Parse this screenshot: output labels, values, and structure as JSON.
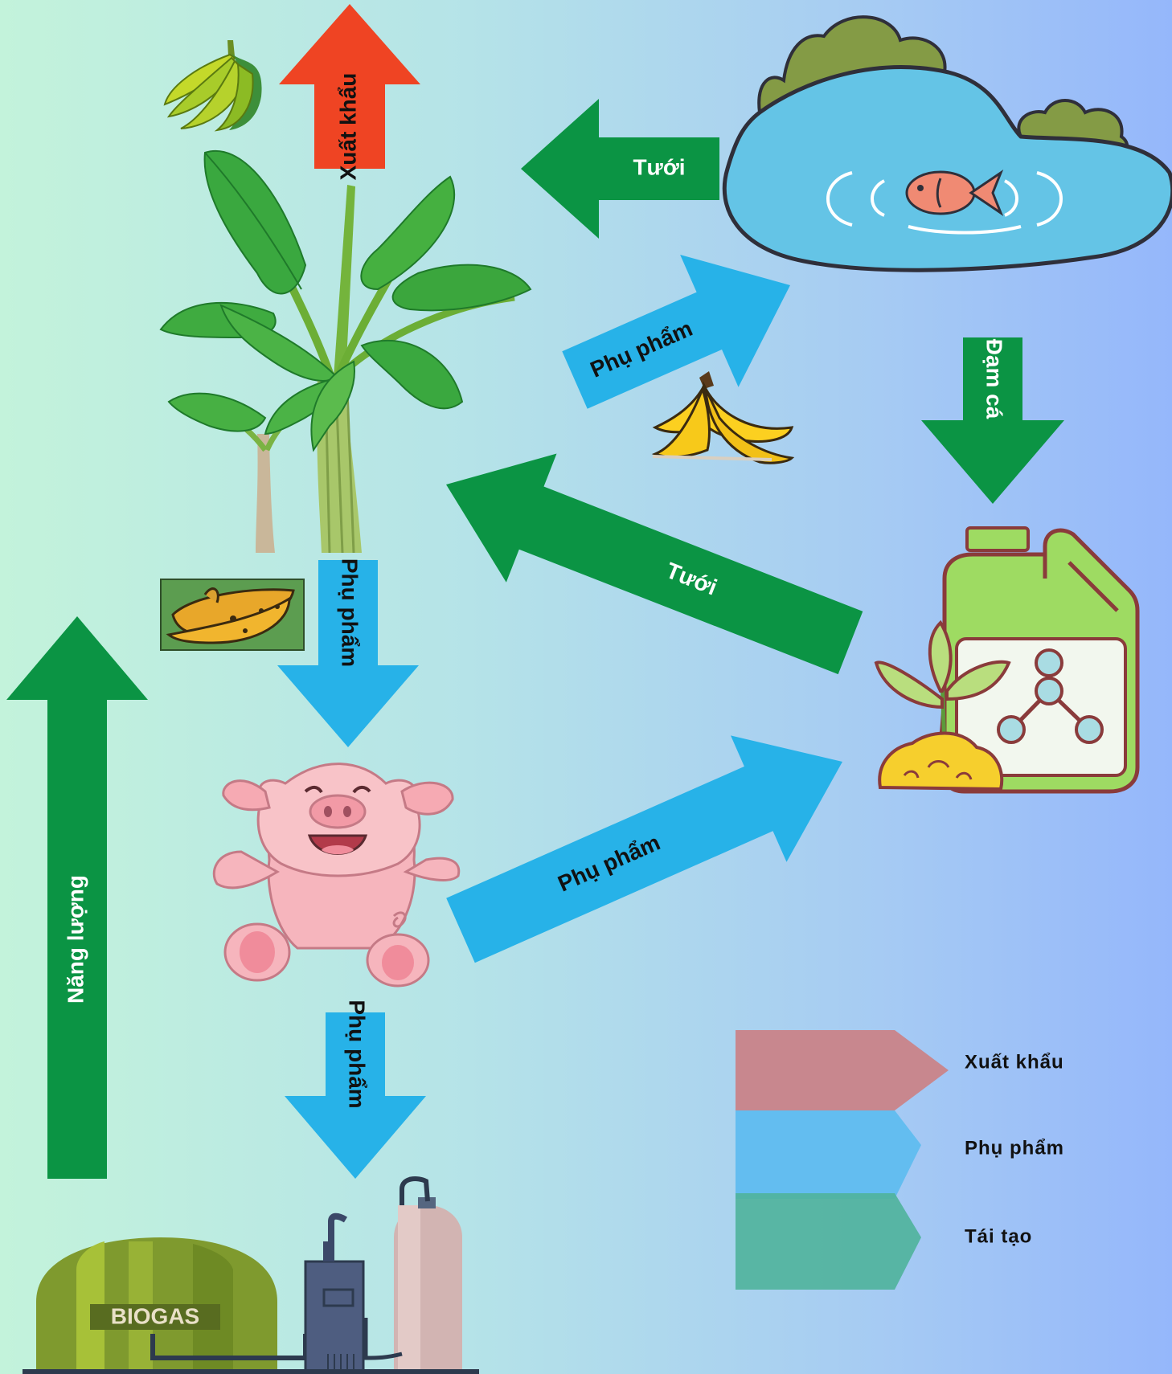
{
  "colors": {
    "export": "#ef4423",
    "byproduct": "#27b2e8",
    "recycle": "#0b9444",
    "legend_export": "#c8878e",
    "legend_byproduct": "#63bdf0",
    "legend_recycle": "#4fb39b"
  },
  "icons": [
    "banana-bunch-icon",
    "banana-tree-icon",
    "fish-pond-icon",
    "banana-peel-icon",
    "rotten-banana-icon",
    "fertilizer-can-icon",
    "pig-icon",
    "biogas-plant-icon"
  ],
  "biogas": {
    "sign": "BIOGAS"
  },
  "arrows": {
    "export_up": "Xuất khẩu",
    "pond_to_tree": "Tưới",
    "tree_to_pond": "Phụ phẩm",
    "pond_to_fertilizer": "Đạm cá",
    "fertilizer_to_tree": "Tưới",
    "tree_to_pig": "Phụ phẩm",
    "pig_to_fertilizer": "Phụ phẩm",
    "pig_to_biogas": "Phụ phẩm",
    "energy_up": "Năng lượng"
  },
  "legend": {
    "export": "Xuất khẩu",
    "byproduct": "Phụ phẩm",
    "recycle": "Tái tạo"
  }
}
